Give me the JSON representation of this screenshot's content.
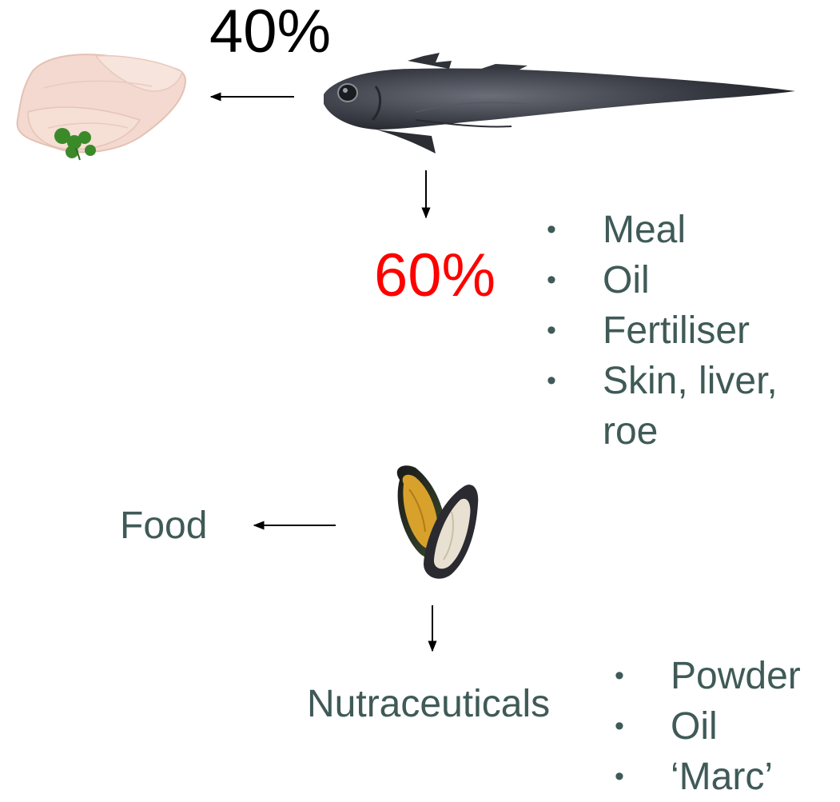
{
  "fish_branch": {
    "fillet_percent": "40%",
    "byproduct_percent": "60%",
    "byproduct_percent_color": "#ff0000",
    "byproducts": [
      "Meal",
      "Oil",
      "Fertiliser",
      "Skin, liver, roe"
    ]
  },
  "mussel_branch": {
    "food_label": "Food",
    "nutraceuticals_label": "Nutraceuticals",
    "nutraceutical_products": [
      "Powder",
      "Oil",
      "‘Marc’"
    ]
  },
  "bullet_glyph": "•",
  "icons": [
    "fish-fillet-icon",
    "fish-icon",
    "mussel-icon"
  ],
  "colors": {
    "text_green": "#3f5a57",
    "arrow": "#000000"
  }
}
